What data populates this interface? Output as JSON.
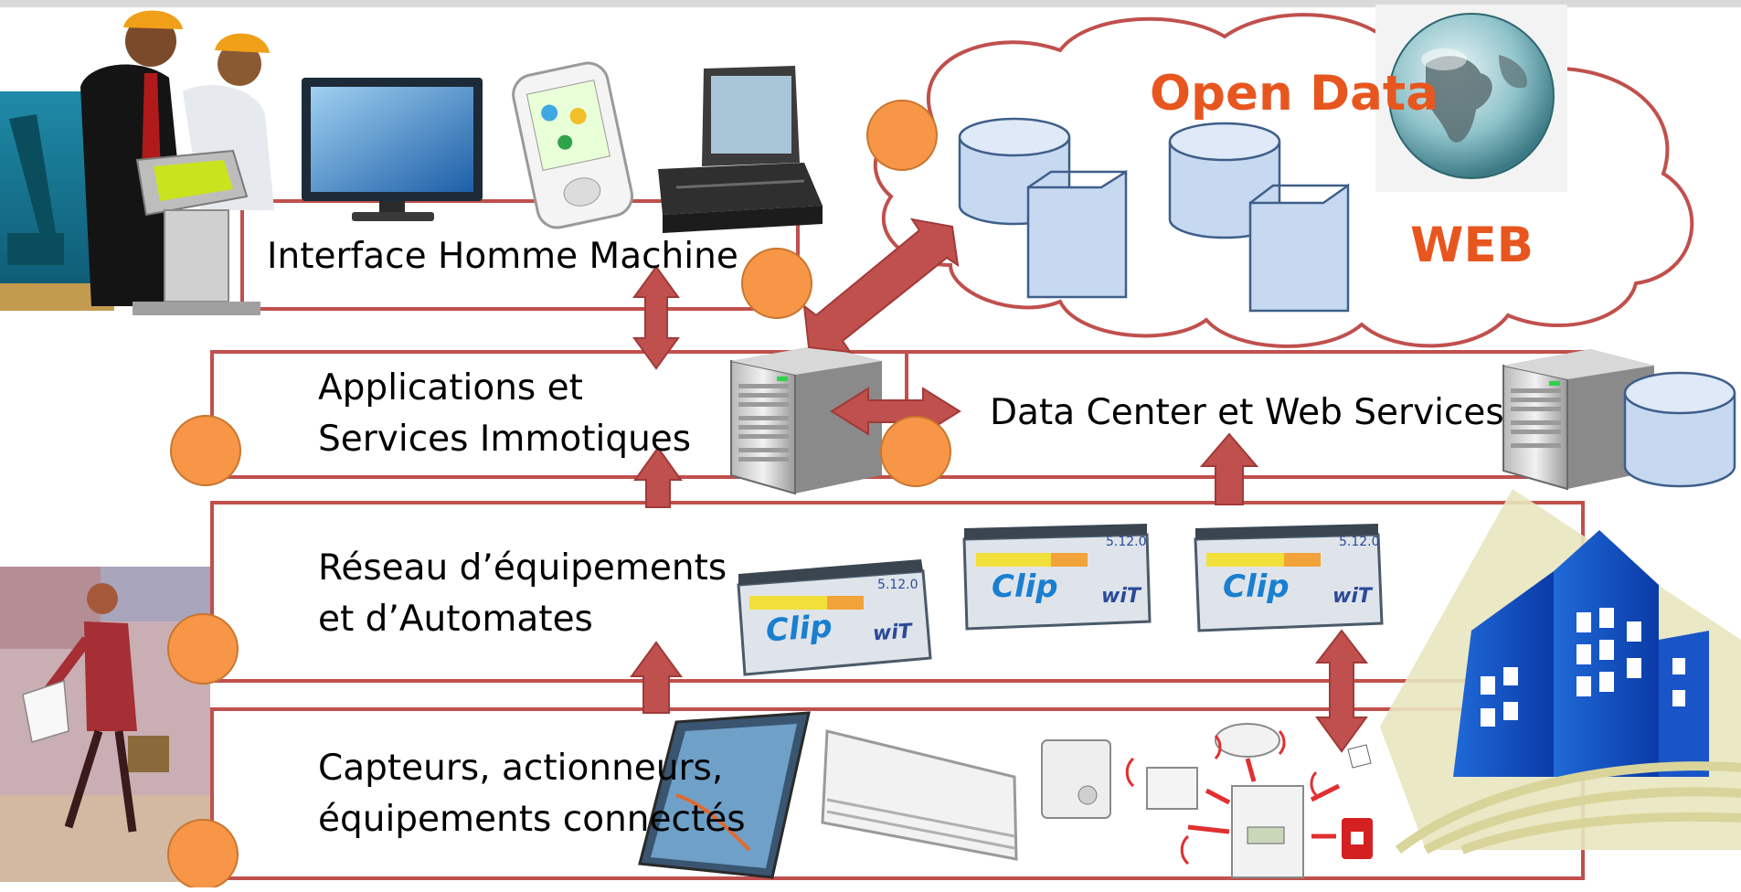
{
  "diagram": {
    "layers": {
      "ihm": "Interface Homme Machine",
      "apps_line1": "Applications et",
      "apps_line2": "Services Immotiques",
      "datacenter": "Data Center et Web Services",
      "reseau_line1": "Réseau d’équipements",
      "reseau_line2": "et d’Automates",
      "capteurs_line1": "Capteurs, actionneurs,",
      "capteurs_line2": "équipements connectés"
    },
    "cloud": {
      "open_data": "Open Data",
      "web": "WEB"
    },
    "device": {
      "brand": "Clip",
      "maker": "wiT",
      "version": "5.12.0"
    },
    "colors": {
      "box_border": "#c0504d",
      "arrow": "#c0504d",
      "node": "#f79646",
      "cloud_text": "#e8561f",
      "db": "#c6d9f1"
    }
  }
}
